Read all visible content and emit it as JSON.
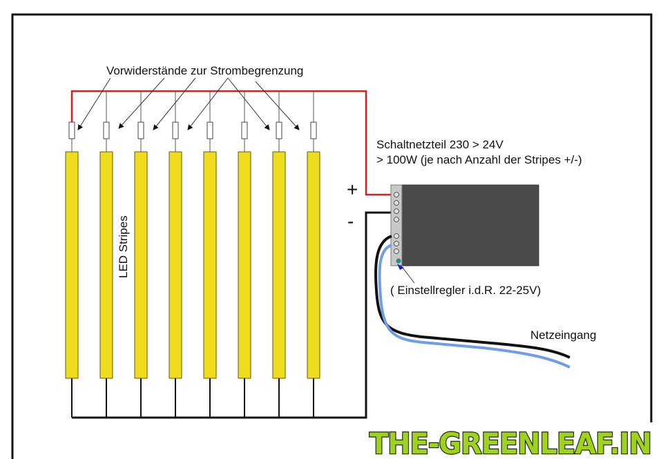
{
  "labels": {
    "resistors": "Vorwiderstände zur Strombegrenzung",
    "psu_line1": "Schaltnetzteil 230 > 24V",
    "psu_line2": "> 100W (je nach Anzahl der Stripes +/-)",
    "plus": "+",
    "minus": "-",
    "adjuster": "( Einstellregler i.d.R.  22-25V)",
    "mains": "Netzeingang",
    "stripes": "LED Stripes"
  },
  "logo": "THE-GREENLEAF.IN",
  "stripe_count": 8,
  "colors": {
    "stripe": "#f0dc1e",
    "positive": "#d42020",
    "negative": "#111111",
    "psu": "#4a4a4a",
    "terminal": "#c8c8c8",
    "blue_wire": "#6f9ee6"
  }
}
